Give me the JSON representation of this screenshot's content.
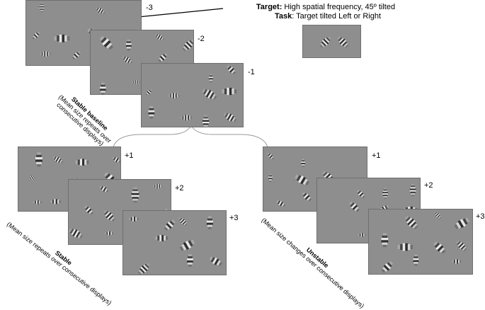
{
  "displays": {
    "baseline": [
      "-3",
      "-2",
      "-1"
    ],
    "stable": [
      "+1",
      "+2",
      "+3"
    ],
    "unstable": [
      "+1",
      "+2",
      "+3"
    ]
  },
  "target_note": {
    "target_label": "Target:",
    "target_text": " High spatial frequency, 45º tilted",
    "task_label": "Task",
    "task_text": ": Target tilted Left or Right"
  },
  "captions": {
    "baseline_title": "Stable baseline",
    "baseline_sub": "(Mean size repeats over consecutive displays)",
    "stable_title": "Stable",
    "stable_sub": "(Mean size repeats over consecutive displays)",
    "unstable_title": "Unstable",
    "unstable_sub": "(Mean size changes over consecutive displays)"
  },
  "colors": {
    "panel_gray": "#8e8e8e",
    "patch_light": "#f2f2f2",
    "patch_dark": "#262626"
  }
}
